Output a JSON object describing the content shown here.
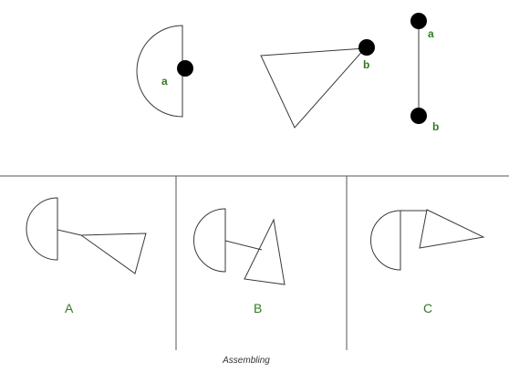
{
  "colors": {
    "label_green": "#2e7d1f",
    "line": "#3a3a3a",
    "dot": "#000000"
  },
  "top_row": {
    "semicircle_point_label": "a",
    "triangle_point_label": "b",
    "connector_top_label": "a",
    "connector_bottom_label": "b"
  },
  "options": [
    {
      "label": "A"
    },
    {
      "label": "B"
    },
    {
      "label": "C"
    }
  ],
  "caption": "Assembling"
}
